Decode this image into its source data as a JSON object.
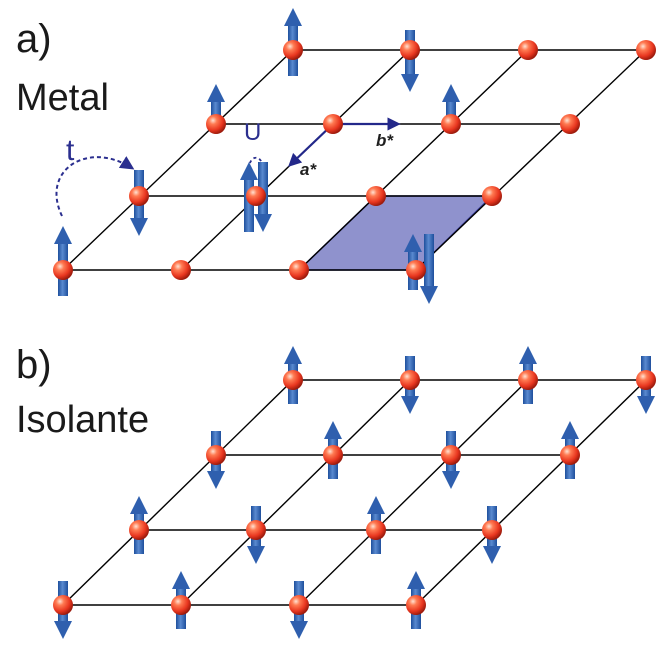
{
  "panel_a": {
    "letter": "a)",
    "name": "Metal",
    "hopping_label": "t",
    "interaction_label": "U",
    "vector_a": "a*",
    "vector_b": "b*"
  },
  "panel_b": {
    "letter": "b)",
    "name": "Isolante"
  },
  "colors": {
    "grid": "#000000",
    "atom": "#e8361f",
    "spin_arrow": "#2f5fae",
    "annotation": "#2b2f8f",
    "cell_fill": "#7b7fc4"
  },
  "icons": {
    "atom": "red-sphere",
    "spin_up": "blue-up-arrow",
    "spin_down": "blue-down-arrow"
  }
}
